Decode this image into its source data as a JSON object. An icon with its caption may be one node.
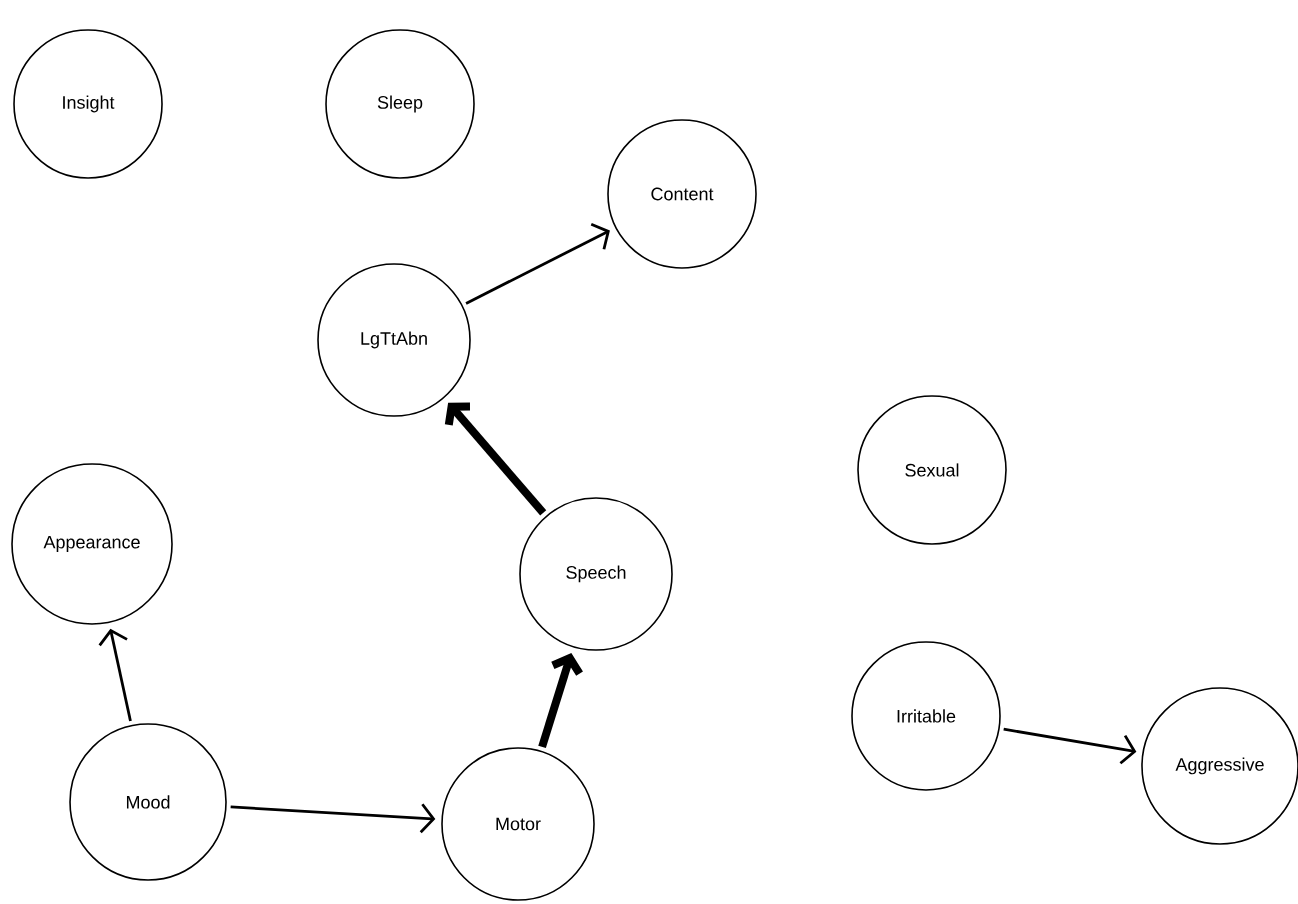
{
  "diagram": {
    "nodes": [
      {
        "text": [
          "Insight"
        ]
      },
      {
        "text": [
          "Sleep"
        ]
      },
      {
        "text": [
          "Content"
        ]
      },
      {
        "text": [
          "LgTtAbn"
        ]
      },
      {
        "text": [
          "Appearance"
        ]
      },
      {
        "text": [
          "Speech"
        ]
      },
      {
        "text": [
          "Sexual"
        ]
      },
      {
        "text": [
          "Irritable"
        ]
      },
      {
        "text": [
          "Aggressive"
        ]
      },
      {
        "text": [
          "Mood"
        ]
      },
      {
        "text": [
          "Motor"
        ]
      }
    ],
    "edges": [
      {
        "from": 3,
        "to": 2,
        "arrow": "to"
      },
      {
        "from": 5,
        "to": 3,
        "arrow": "to",
        "style": "thick"
      },
      {
        "from": 9,
        "to": 4,
        "arrow": "to"
      },
      {
        "from": 9,
        "to": 10,
        "arrow": "to"
      },
      {
        "from": 10,
        "to": 5,
        "arrow": "to",
        "style": "thick"
      },
      {
        "from": 7,
        "to": 8,
        "arrow": "to"
      }
    ]
  }
}
